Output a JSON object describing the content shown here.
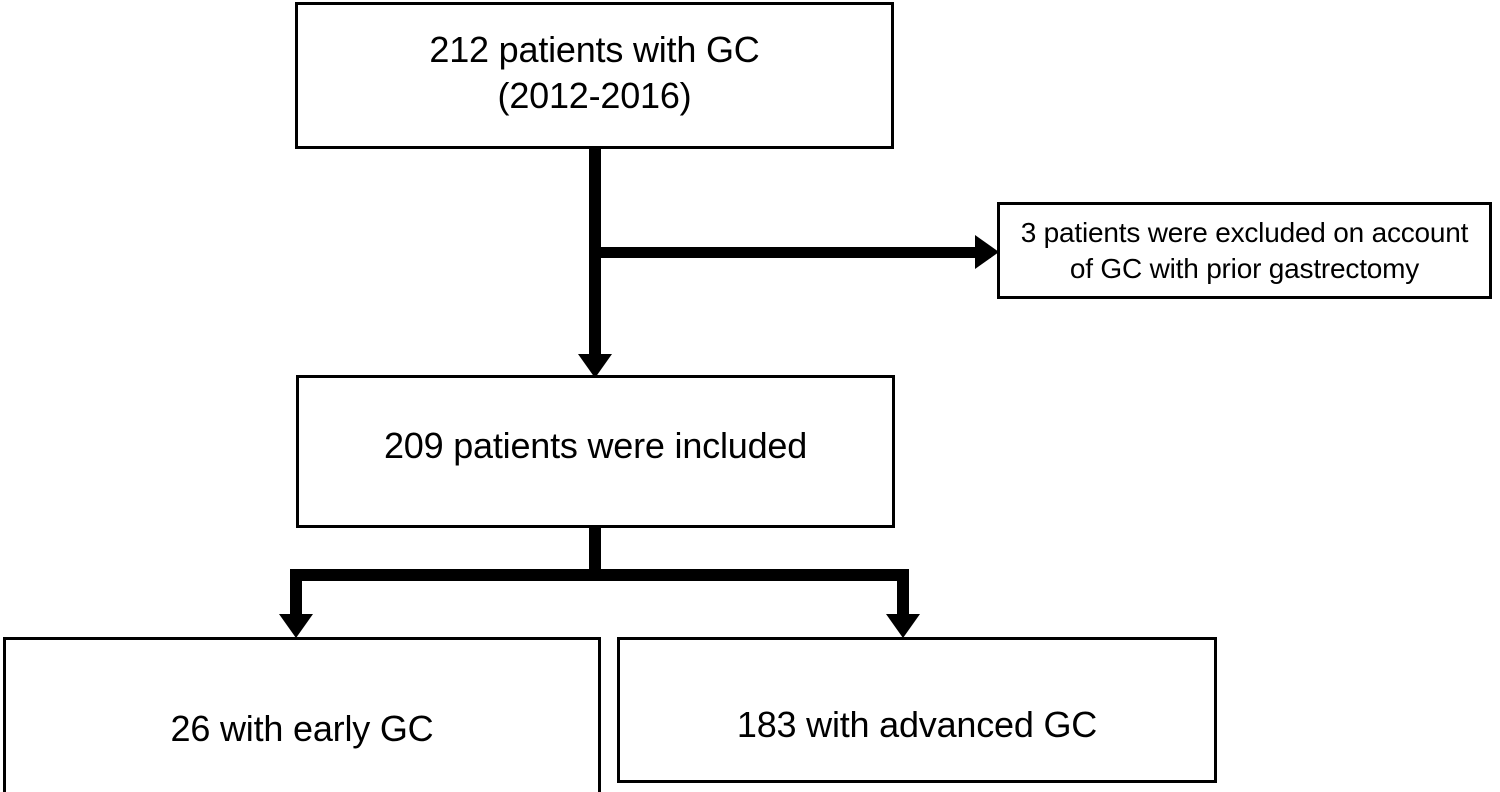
{
  "diagram": {
    "type": "patient-flow-chart",
    "nodes": {
      "enrolled": {
        "label": "212 patients with GC\n(2012-2016)",
        "count": 212,
        "period": "2012-2016"
      },
      "excluded": {
        "label": "3 patients were excluded on account\nof GC with prior gastrectomy",
        "count": 3,
        "reason": "GC with prior gastrectomy"
      },
      "included": {
        "label": "209 patients were included",
        "count": 209
      },
      "early": {
        "label": "26 with early GC",
        "count": 26,
        "group": "early GC"
      },
      "advanced": {
        "label": "183 with advanced GC",
        "count": 183,
        "group": "advanced GC"
      }
    },
    "edges": [
      {
        "from": "enrolled",
        "to": "excluded",
        "direction": "right"
      },
      {
        "from": "enrolled",
        "to": "included",
        "direction": "down"
      },
      {
        "from": "included",
        "to": "early",
        "direction": "down-left"
      },
      {
        "from": "included",
        "to": "advanced",
        "direction": "down-right"
      }
    ],
    "colors": {
      "line": "#000000",
      "box_border": "#000000",
      "box_fill": "#ffffff",
      "text": "#000000",
      "background": "#ffffff"
    }
  }
}
